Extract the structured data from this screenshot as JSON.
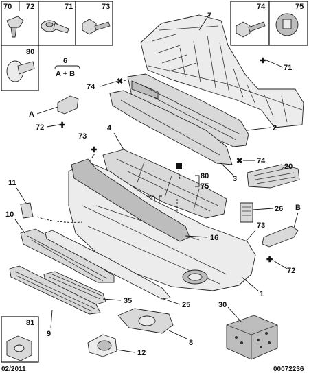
{
  "callouts": {
    "c70": "70",
    "c72": "72",
    "c71": "71",
    "c73": "73",
    "c74": "74",
    "c75": "75",
    "c80": "80",
    "c6": "6",
    "group_ab": "A + B",
    "c7": "7",
    "c71b": "71",
    "c74b": "74",
    "c74c": "74",
    "cA": "A",
    "c72b": "72",
    "c2": "2",
    "c73b": "73",
    "c4": "4",
    "c3": "3",
    "c20": "20",
    "c80b": "80",
    "c75b": "75",
    "c70b": "70",
    "c81": "81",
    "c11": "11",
    "c26": "26",
    "cB": "B",
    "c10": "10",
    "c73c": "73",
    "c16": "16",
    "c72c": "72",
    "c1": "1",
    "c35": "35",
    "c25": "25",
    "c9": "9",
    "c30": "30",
    "c81b": "81",
    "c8": "8",
    "c12": "12"
  },
  "footer": {
    "date": "02/2011",
    "ref": "00072236"
  }
}
